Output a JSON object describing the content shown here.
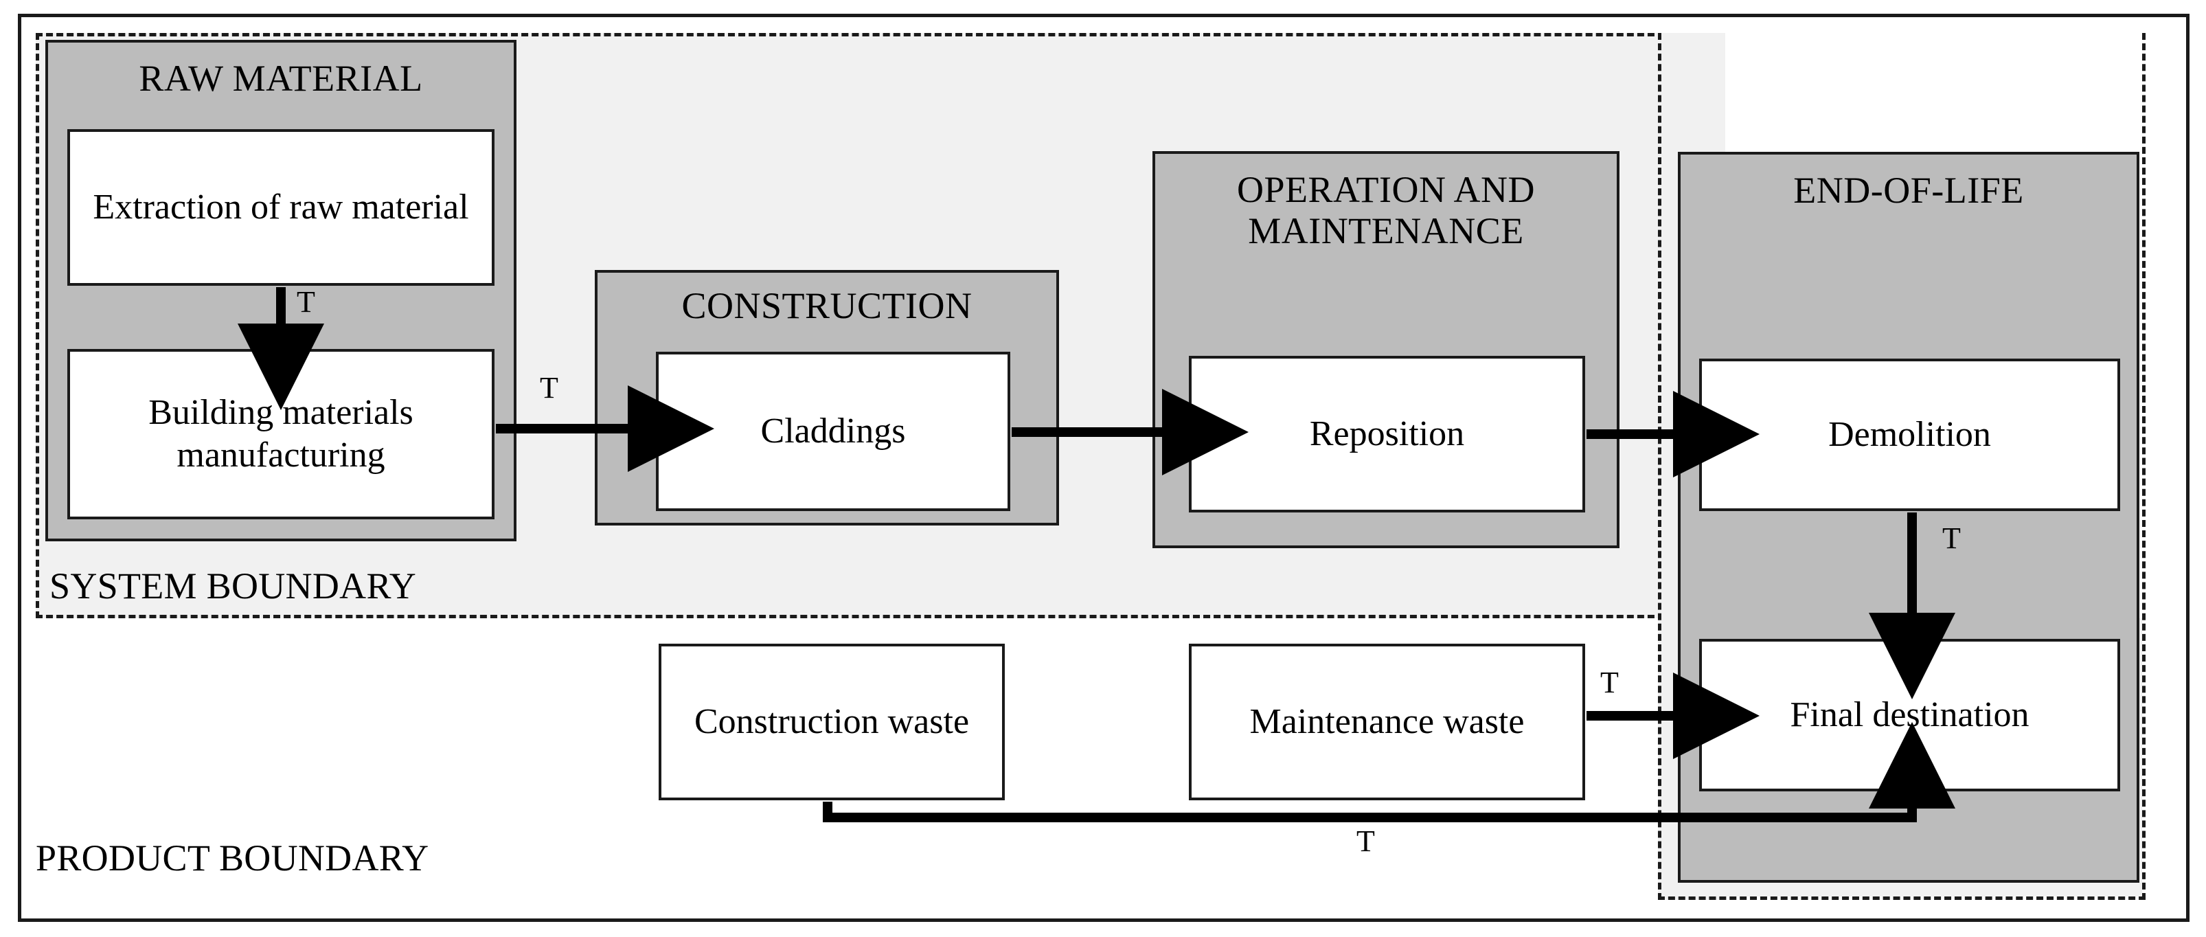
{
  "diagram": {
    "boundaries": {
      "product": "PRODUCT BOUNDARY",
      "system": "SYSTEM BOUNDARY"
    },
    "stages": [
      {
        "id": "raw-material",
        "title": "RAW MATERIAL"
      },
      {
        "id": "construction",
        "title": "CONSTRUCTION"
      },
      {
        "id": "operation-maintenance",
        "title": "OPERATION AND MAINTENANCE"
      },
      {
        "id": "end-of-life",
        "title": "END-OF-LIFE"
      }
    ],
    "processes": [
      {
        "id": "extraction",
        "label": "Extraction of raw material"
      },
      {
        "id": "manufacturing",
        "label": "Building materials manufacturing"
      },
      {
        "id": "claddings",
        "label": "Claddings"
      },
      {
        "id": "reposition",
        "label": "Reposition"
      },
      {
        "id": "demolition",
        "label": "Demolition"
      },
      {
        "id": "final-destination",
        "label": "Final destination"
      },
      {
        "id": "construction-waste",
        "label": "Construction waste"
      },
      {
        "id": "maintenance-waste",
        "label": "Maintenance waste"
      }
    ],
    "transport_labels": [
      {
        "id": "t-extraction-to-manufacturing",
        "text": "T"
      },
      {
        "id": "t-manufacturing-to-claddings",
        "text": "T"
      },
      {
        "id": "t-demolition-to-final",
        "text": "T"
      },
      {
        "id": "t-maintenance-waste-to-final",
        "text": "T"
      },
      {
        "id": "t-construction-waste-to-final",
        "text": "T"
      }
    ],
    "colors": {
      "stage_fill": "#bcbcbc",
      "system_fill": "#f1f1f1",
      "process_fill": "#ffffff",
      "stroke": "#1a1a1a"
    }
  }
}
